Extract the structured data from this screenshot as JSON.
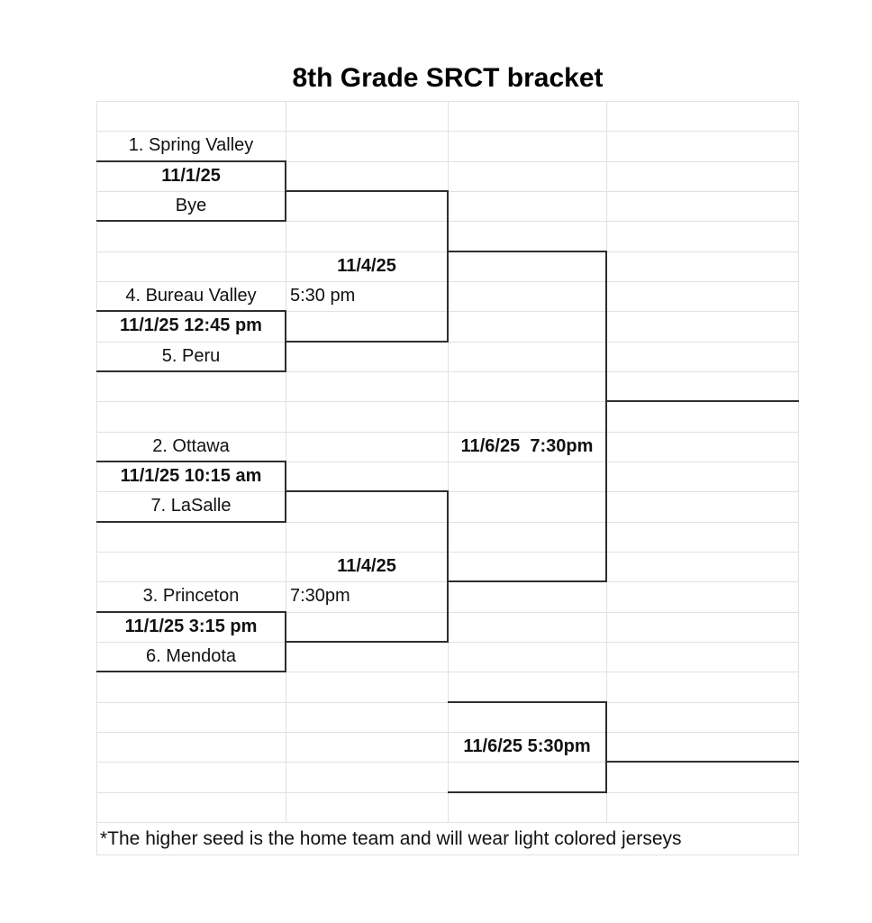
{
  "title": "8th Grade SRCT bracket",
  "round1": {
    "match1": {
      "top_seed": "1. Spring Valley",
      "info": "11/1/25",
      "bottom_seed": "Bye"
    },
    "match2": {
      "top_seed": "4. Bureau Valley",
      "info": "11/1/25 12:45 pm",
      "bottom_seed": "5. Peru"
    },
    "match3": {
      "top_seed": "2. Ottawa",
      "info": "11/1/25 10:15 am",
      "bottom_seed": "7. LaSalle"
    },
    "match4": {
      "top_seed": "3. Princeton",
      "info": "11/1/25 3:15 pm",
      "bottom_seed": "6. Mendota"
    }
  },
  "semifinals": {
    "semifinal1": {
      "date": "11/4/25",
      "time": "5:30 pm"
    },
    "semifinal2": {
      "date": "11/4/25",
      "time": "7:30pm"
    }
  },
  "championship": {
    "info": "11/6/25  7:30pm"
  },
  "consolation": {
    "info": "11/6/25 5:30pm"
  },
  "footnote": "*The higher seed is the home team and will wear light colored jerseys",
  "colors": {
    "bracket_line": "#2e2e2e",
    "gridline": "#e1e1e1",
    "text": "#111111",
    "background": "#ffffff"
  }
}
